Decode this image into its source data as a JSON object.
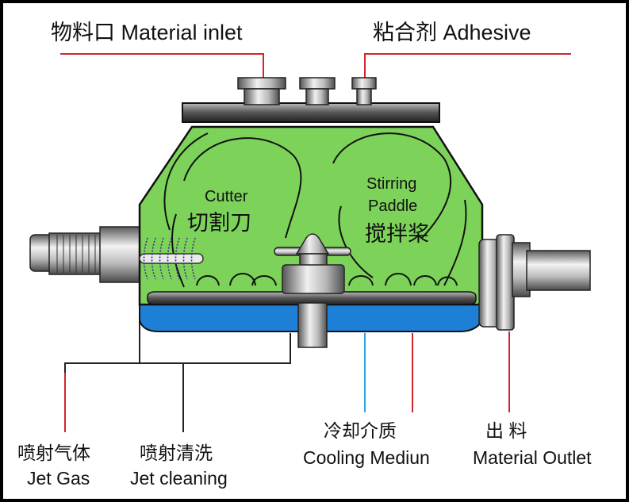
{
  "labels": {
    "material_inlet": "物料口 Material inlet",
    "adhesive": "粘合剂 Adhesive",
    "cutter_en": "Cutter",
    "cutter_cn": "切割刀",
    "stirring_en_1": "Stirring",
    "stirring_en_2": "Paddle",
    "stirring_cn": "搅拌桨",
    "jet_gas_cn": "喷射气体",
    "jet_gas_en": "Jet Gas",
    "jet_cleaning_cn": "喷射清洗",
    "jet_cleaning_en": "Jet cleaning",
    "cooling_cn": "冷却介质",
    "cooling_en": "Cooling Mediun",
    "outlet_cn": "出  料",
    "outlet_en": "Material Outlet"
  },
  "colors": {
    "body_green": "#7dd35a",
    "jacket_blue": "#1e7fd6",
    "leader_red": "#d0262c",
    "leader_blue": "#27a7de",
    "leader_black": "#222222",
    "metal_gray": "#9a9a9a"
  },
  "icons": [
    "motor-icon",
    "cutter-brush-icon",
    "paddle-hub-icon",
    "outlet-pipe-icon"
  ]
}
